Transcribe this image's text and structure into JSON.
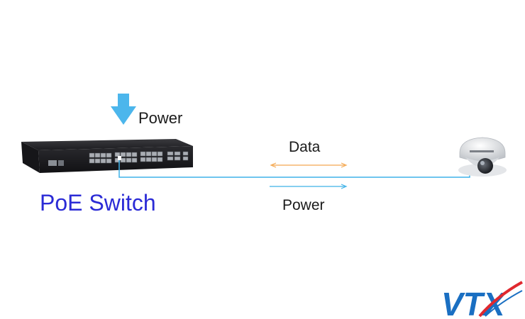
{
  "labels": {
    "power_in": "Power",
    "data": "Data",
    "power_link": "Power",
    "switch": "PoE Switch"
  },
  "logo": {
    "text": "VTX"
  },
  "icons": {
    "power_arrow": "down-arrow-icon",
    "switch": "poe-switch-icon",
    "camera": "dome-camera-icon",
    "logo": "vtx-logo"
  },
  "colors": {
    "power_arrow": "#4cb6ec",
    "data_arrow": "#f4a850",
    "power_link_arrow": "#3fb2e8",
    "cable": "#3fb2e8",
    "switch_label": "#2b2bd6",
    "logo_blue": "#1a6fc2",
    "logo_red": "#e0282e"
  }
}
